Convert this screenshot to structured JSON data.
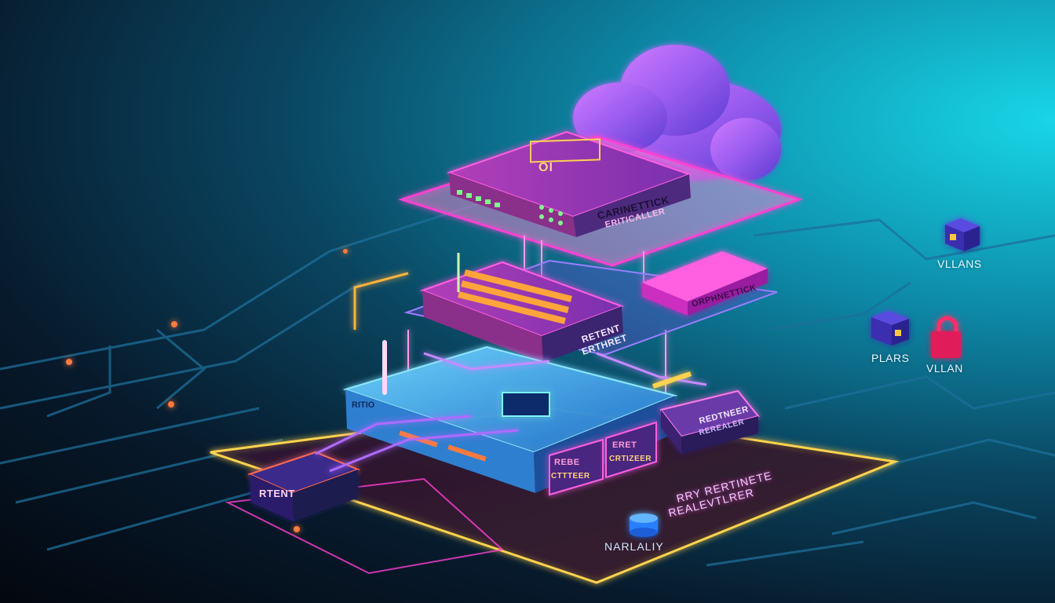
{
  "diagram": {
    "core_device": {
      "display": "OI",
      "title": "CARINETTICK",
      "subtitle": "ERITICALLER"
    },
    "top_right_block": {
      "label": "ORPHNETTICK"
    },
    "middle_device": {
      "line1": "RETENT",
      "line2": "ERTHRET"
    },
    "switch": {
      "tag": "RITIO"
    },
    "rack_left": {
      "line1": "REBE",
      "line2": "CTTTEER"
    },
    "rack_mid": {
      "line1": "ERET",
      "line2": "CRTIZEER"
    },
    "right_module": {
      "line1": "REDTNEER",
      "line2": "REREALER"
    },
    "left_box": {
      "label": "RTENT"
    },
    "plate_text": {
      "line1": "RRY RERTINETE",
      "line2": "REALEVTLRER"
    },
    "database": {
      "label": "NARLALIY"
    },
    "legend": [
      {
        "label": "VLLANS",
        "icon": "cube-icon"
      },
      {
        "label": "PLARS",
        "icon": "cube-icon"
      },
      {
        "label": "VLLAN",
        "icon": "lock-icon"
      }
    ]
  },
  "colors": {
    "neon_pink": "#ff3fd2",
    "neon_yellow": "#ffd34d",
    "device_purple": "#7a2f9e",
    "switch_cyan": "#3fb6ff",
    "cloud_violet": "#9a5cf0"
  }
}
